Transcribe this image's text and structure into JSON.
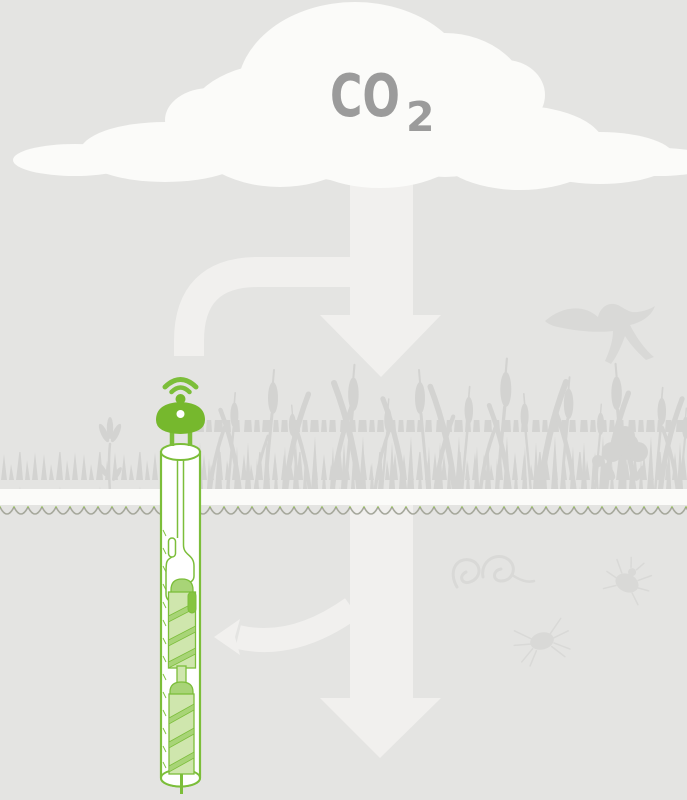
{
  "colors": {
    "background": "#e4e4e2",
    "cloud": "#fbfbf9",
    "arrow": "#f1f0ee",
    "gas-text": "#9b9b9b",
    "silhouette": "#d3d3d1",
    "fauna": "#d9d9d7",
    "ground-line": "#a6a89c",
    "ground-accent": "#8dc63f",
    "device-green": "#76b82d",
    "device-outline": "#7cbe3a",
    "device-light": "#cfe6ad",
    "device-mid": "#a8d477",
    "device-dark": "#86c440"
  },
  "cloud": {
    "gas_main": "CO",
    "gas_sub": "2"
  },
  "icons": {
    "cloud": "co2-cloud",
    "atmosphere_arrow": "co2-down-arrow-icon",
    "capture_elbow": "elbow-flow-arrow-icon",
    "soil_arrow": "soil-down-arrow-icon",
    "probe_arrow": "left-arrow-icon",
    "wifi": "wifi-signal-icon",
    "bird": "bird-silhouette",
    "grass": "grass-silhouette",
    "cattail": "cattail-silhouette",
    "flower_left": "wildflower-silhouette",
    "flower_right": "wildflower-silhouette",
    "worm": "earthworm-silhouette",
    "beetle": "soil-beetle-silhouette",
    "mite": "soil-mite-silhouette",
    "probe": "soil-gas-probe"
  }
}
